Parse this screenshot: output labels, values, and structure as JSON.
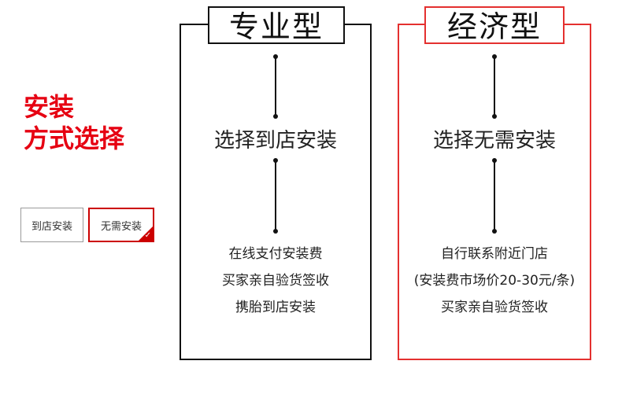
{
  "heading": {
    "line1": "安装",
    "line2": "方式选择",
    "color": "#e60012"
  },
  "options": {
    "store": {
      "label": "到店安装"
    },
    "none": {
      "label": "无需安装",
      "selected": true
    },
    "accent": "#cc0000"
  },
  "panels": {
    "pro": {
      "title": "专业型",
      "step": "选择到店安装",
      "details": [
        "在线支付安装费",
        "买家亲自验货签收",
        "携胎到店安装"
      ]
    },
    "eco": {
      "title": "经济型",
      "step": "选择无需安装",
      "details": [
        "自行联系附近门店",
        "(安装费市场价20-30元/条)",
        "买家亲自验货签收"
      ],
      "border_color": "#e4302f"
    }
  },
  "icons": {
    "selected_check": "checkmark-icon"
  }
}
